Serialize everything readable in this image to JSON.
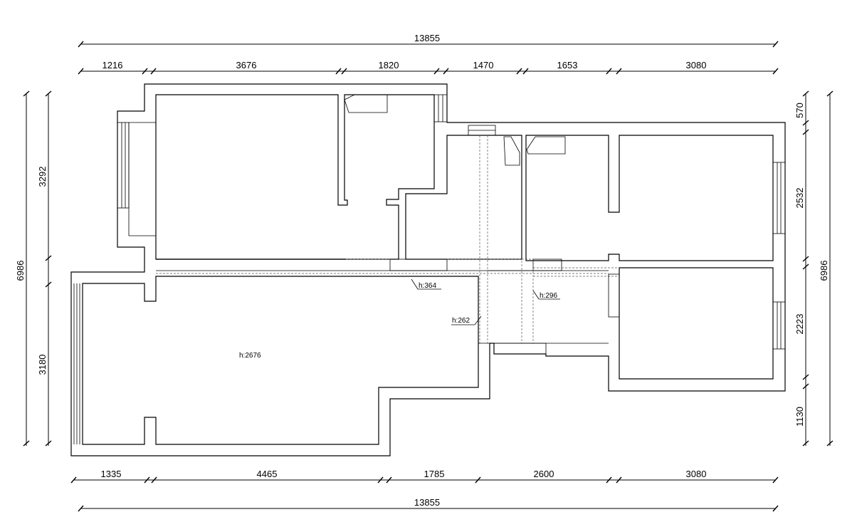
{
  "dimensions": {
    "top_total": "13855",
    "top_segments": [
      "1216",
      "3676",
      "1820",
      "1470",
      "1653",
      "3080"
    ],
    "bottom_segments": [
      "1335",
      "4465",
      "1785",
      "2600",
      "3080"
    ],
    "bottom_total": "13855",
    "left_total": "6986",
    "left_segments": [
      "3292",
      "3180"
    ],
    "right_segments": [
      "570",
      "2532",
      "2223",
      "1130"
    ],
    "right_total": "6986"
  },
  "annotations": {
    "h364": "h:364",
    "h296": "h:296",
    "h262": "h:262",
    "h2676": "h:2676"
  }
}
